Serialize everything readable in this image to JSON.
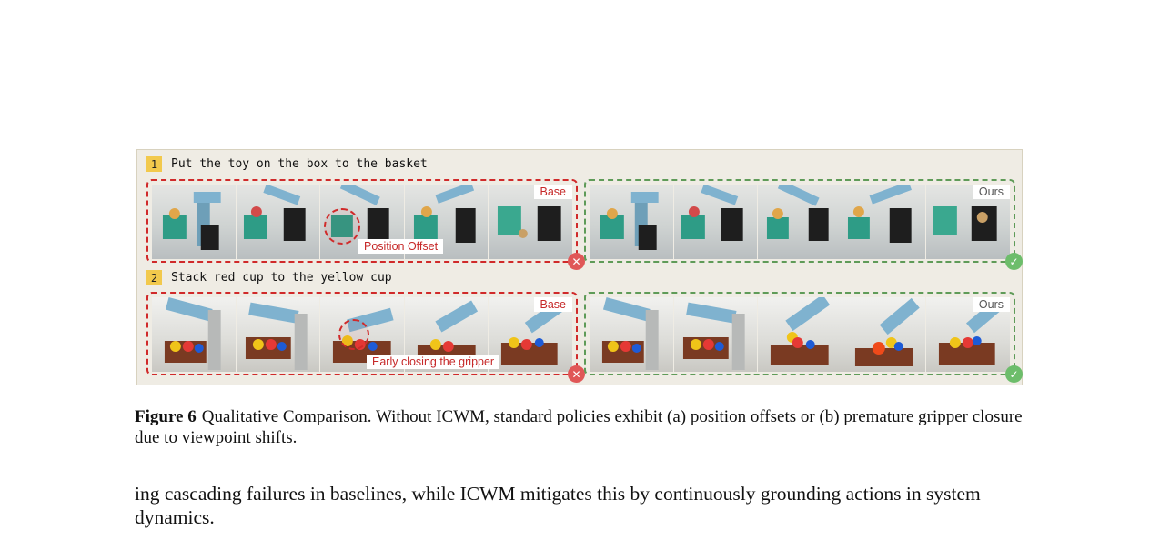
{
  "tasks": [
    {
      "number": "1",
      "instruction": "Put the toy on the box to the basket",
      "annotation": "Position Offset"
    },
    {
      "number": "2",
      "instruction": "Stack red cup to the yellow cup",
      "annotation": "Early closing the gripper"
    }
  ],
  "labels": {
    "base": "Base",
    "ours": "Ours",
    "fail_icon": "✕",
    "pass_icon": "✓"
  },
  "caption": {
    "label": "Figure 6",
    "text": "Qualitative Comparison.  Without ICWM, standard policies exhibit (a) position offsets or (b) premature gripper closure due to viewpoint shifts."
  },
  "body": {
    "text": "ing cascading failures in baselines, while ICWM mitigates this by continuously grounding actions in system dynamics."
  },
  "colors": {
    "fail": "#d02a2a",
    "pass": "#5f9b58",
    "arm": "#7fb2cf",
    "box": "#2e9c86",
    "basket": "#1e1e1e",
    "board": "#7a3a22"
  }
}
